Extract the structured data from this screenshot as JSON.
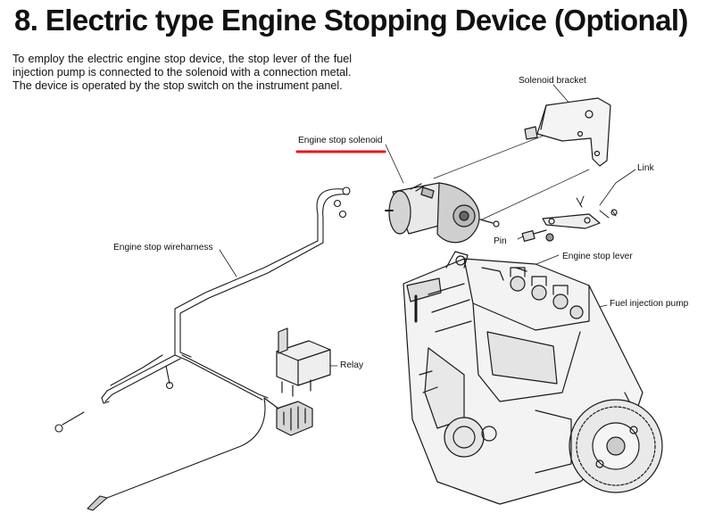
{
  "title": "8. Electric type Engine Stopping Device (Optional)",
  "intro": {
    "p1": "To employ the electric engine stop device, the stop lever of the fuel injection pump is connected to the solenoid with a connection metal.",
    "p2": "The device is operated by the stop switch on the instrument panel."
  },
  "labels": {
    "solenoid_bracket": "Solenoid bracket",
    "engine_stop_solenoid": "Engine stop solenoid",
    "link": "Link",
    "pin": "Pin",
    "engine_stop_lever": "Engine stop lever",
    "fuel_injection_pump": "Fuel injection pump",
    "engine_stop_wireharness": "Engine stop wireharness",
    "relay": "Relay"
  },
  "colors": {
    "highlight": "#e8151c",
    "line": "#1a1a1a"
  }
}
